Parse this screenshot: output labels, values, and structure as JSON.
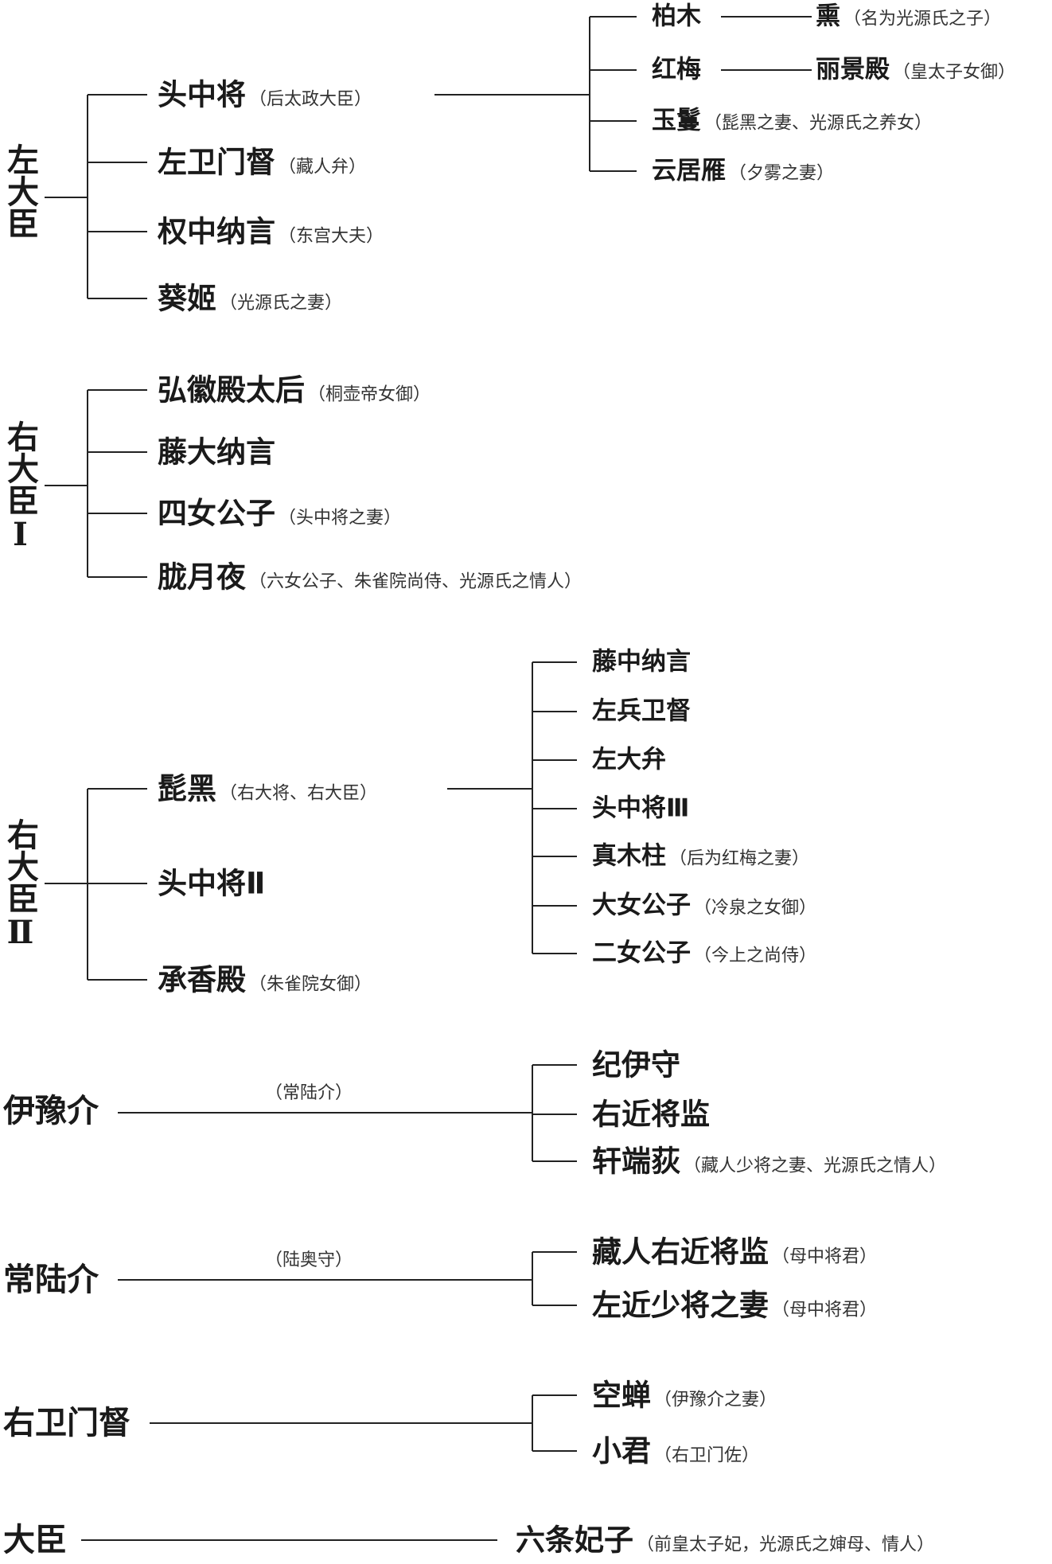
{
  "s1": {
    "root": "左大臣",
    "children": [
      {
        "name": "头中将",
        "note": "（后太政大臣）"
      },
      {
        "name": "左卫门督",
        "note": "（藏人弁）"
      },
      {
        "name": "权中纳言",
        "note": "（东宫大夫）"
      },
      {
        "name": "葵姬",
        "note": "（光源氏之妻）"
      }
    ],
    "grandchildren": [
      {
        "name": "柏木",
        "spouse": "熏",
        "spouse_note": "（名为光源氏之子）"
      },
      {
        "name": "红梅",
        "spouse": "丽景殿",
        "spouse_note": "（皇太子女御）"
      },
      {
        "name": "玉鬘",
        "note": "（髭黑之妻、光源氏之养女）"
      },
      {
        "name": "云居雁",
        "note": "（夕雾之妻）"
      }
    ]
  },
  "s2": {
    "root": "右大臣Ⅰ",
    "children": [
      {
        "name": "弘徽殿太后",
        "note": "（桐壶帝女御）"
      },
      {
        "name": "藤大纳言"
      },
      {
        "name": "四女公子",
        "note": "（头中将之妻）"
      },
      {
        "name": "胧月夜",
        "note": "（六女公子、朱雀院尚侍、光源氏之情人）"
      }
    ]
  },
  "s3": {
    "root": "右大臣Ⅱ",
    "children": [
      {
        "name": "髭黑",
        "note": "（右大将、右大臣）"
      },
      {
        "name": "头中将Ⅱ"
      },
      {
        "name": "承香殿",
        "note": "（朱雀院女御）"
      }
    ],
    "grandchildren": [
      {
        "name": "藤中纳言"
      },
      {
        "name": "左兵卫督"
      },
      {
        "name": "左大弁"
      },
      {
        "name": "头中将Ⅲ"
      },
      {
        "name": "真木柱",
        "note": "（后为红梅之妻）"
      },
      {
        "name": "大女公子",
        "note": "（冷泉之女御）"
      },
      {
        "name": "二女公子",
        "note": "（今上之尚侍）"
      }
    ]
  },
  "s4": {
    "root": "伊豫介",
    "line_note": "（常陆介）",
    "children": [
      {
        "name": "纪伊守"
      },
      {
        "name": "右近将监"
      },
      {
        "name": "轩端荻",
        "note": "（藏人少将之妻、光源氏之情人）"
      }
    ]
  },
  "s5": {
    "root": "常陆介",
    "line_note": "（陆奥守）",
    "children": [
      {
        "name": "藏人右近将监",
        "note": "（母中将君）"
      },
      {
        "name": "左近少将之妻",
        "note": "（母中将君）"
      }
    ]
  },
  "s6": {
    "root": "右卫门督",
    "children": [
      {
        "name": "空蝉",
        "note": "（伊豫介之妻）"
      },
      {
        "name": "小君",
        "note": "（右卫门佐）"
      }
    ]
  },
  "s7": {
    "root": "大臣",
    "children": [
      {
        "name": "六条妃子",
        "note": "（前皇太子妃，光源氏之婶母、情人）"
      }
    ]
  }
}
